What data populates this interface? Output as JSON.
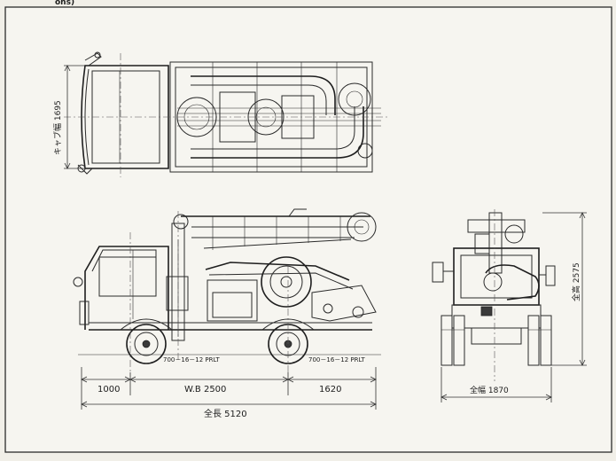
{
  "header": {
    "corner_fragment": "ons)"
  },
  "dimensions": {
    "cab_width": "キャブ幅 1695",
    "overall_height": "全高 2575",
    "overall_width": "全幅 1870",
    "front_overhang": "1000",
    "wheelbase": "W.B 2500",
    "rear_overhang": "1620",
    "overall_length": "全長 5120"
  },
  "tires": {
    "front": "700－16－12 PRLT",
    "rear": "700－16－12 PRLT"
  }
}
